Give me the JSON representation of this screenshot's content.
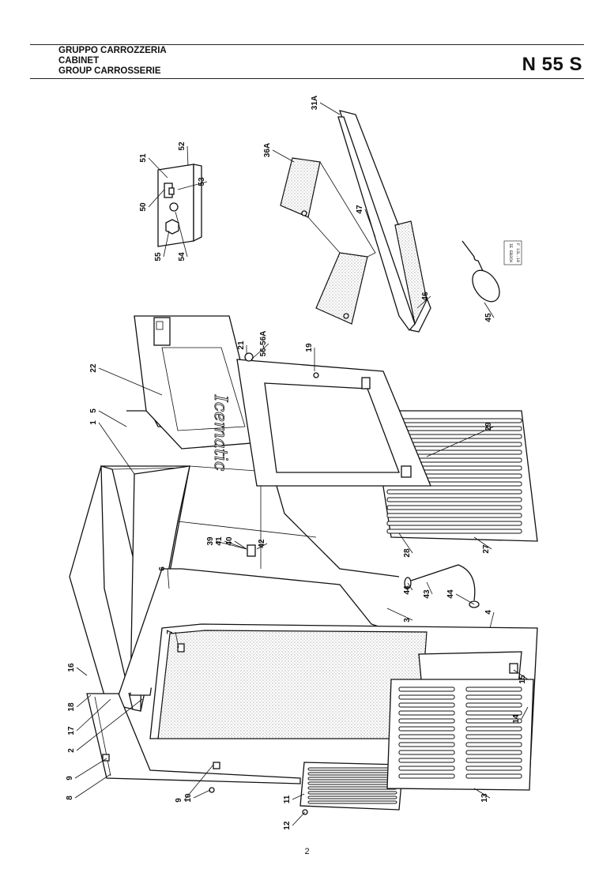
{
  "header": {
    "title_it": "GRUPPO CARROZZERIA",
    "title_en": "CABINET",
    "title_fr": "GROUP CARROSSERIE",
    "model": "N 55 S"
  },
  "footer": {
    "page_number": "2"
  },
  "stamp": {
    "line1": "IE EB2CH",
    "line2": "F 13L.18"
  },
  "callouts": [
    "1",
    "2",
    "3",
    "4",
    "5",
    "6",
    "7",
    "8",
    "9",
    "9",
    "10",
    "11",
    "12",
    "13",
    "14",
    "15",
    "16",
    "17",
    "18",
    "19",
    "21",
    "22",
    "27",
    "28",
    "29",
    "31A",
    "36A",
    "39",
    "40",
    "41",
    "42",
    "43",
    "44",
    "44",
    "45",
    "46",
    "47",
    "50",
    "51",
    "52",
    "53",
    "54",
    "55",
    "56-56A"
  ],
  "logo_text": "Icematic"
}
